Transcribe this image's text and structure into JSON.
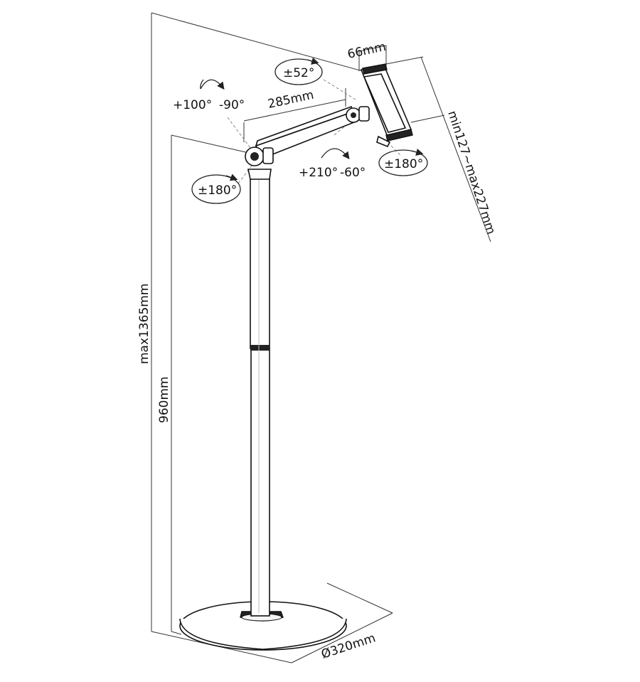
{
  "labels": {
    "total_height": "max1365mm",
    "pole_height": "960mm",
    "base_diameter": "Ø320mm",
    "arm_length": "285mm",
    "holder_depth": "66mm",
    "holder_range": "min127~max227mm",
    "base_rotation": "±180°",
    "elbow_rotation_up": "+100°",
    "elbow_rotation_down": "-90°",
    "tilt": "±52°",
    "joint_rotation_up": "+210°",
    "joint_rotation_down": "-60°",
    "holder_rotation": "±180°"
  }
}
